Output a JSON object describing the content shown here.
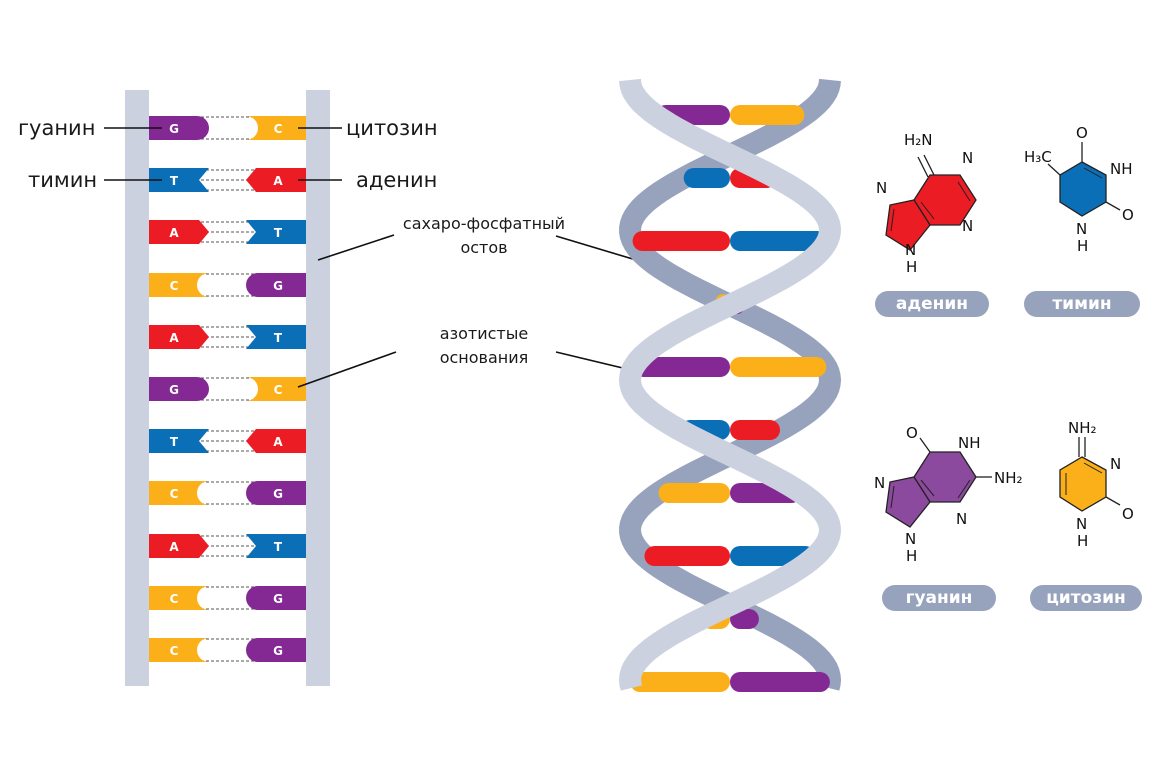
{
  "colors": {
    "guanine": "#842993",
    "cytosine": "#fbb01a",
    "thymine": "#0b6fb8",
    "adenine": "#ec1c24",
    "backbone_light": "#cbd1de",
    "backbone_dark": "#97a3bd",
    "label_pill": "#97a3bd"
  },
  "ladder": {
    "pairs": [
      {
        "left": "G",
        "right": "C"
      },
      {
        "left": "T",
        "right": "A"
      },
      {
        "left": "A",
        "right": "T"
      },
      {
        "left": "C",
        "right": "G"
      },
      {
        "left": "A",
        "right": "T"
      },
      {
        "left": "G",
        "right": "C"
      },
      {
        "left": "T",
        "right": "A"
      },
      {
        "left": "C",
        "right": "G"
      },
      {
        "left": "A",
        "right": "T"
      },
      {
        "left": "C",
        "right": "G"
      },
      {
        "left": "C",
        "right": "G"
      }
    ],
    "side_labels": {
      "guanine": "гуанин",
      "cytosine": "цитозин",
      "thymine": "тимин",
      "adenine": "аденин"
    }
  },
  "annotations": {
    "backbone_line1": "сахаро-фосфатный",
    "backbone_line2": "остов",
    "bases_line1": "азотистые",
    "bases_line2": "основания"
  },
  "molecules": {
    "adenine": {
      "name": "аденин",
      "atoms": {
        "amine": "H₂N",
        "n1": "N",
        "n3": "N",
        "n7": "N",
        "n9": "N",
        "h9": "H"
      }
    },
    "thymine": {
      "name": "тимин",
      "atoms": {
        "methyl": "H₃C",
        "o4": "O",
        "n3": "NH",
        "o2": "O",
        "n1": "N",
        "h1": "H"
      }
    },
    "guanine": {
      "name": "гуанин",
      "atoms": {
        "o6": "O",
        "n1": "NH",
        "amine": "NH₂",
        "n3": "N",
        "n7": "N",
        "n9": "N",
        "h9": "H"
      }
    },
    "cytosine": {
      "name": "цитозин",
      "atoms": {
        "amine": "NH₂",
        "n3": "N",
        "o2": "O",
        "n1": "N",
        "h1": "H"
      }
    }
  },
  "helix": {
    "rungs": [
      {
        "left": "G",
        "right": "C"
      },
      {
        "left": "T",
        "right": "A"
      },
      {
        "left": "A",
        "right": "T"
      },
      {
        "left": "C",
        "right": "G"
      },
      {
        "left": "G",
        "right": "C"
      },
      {
        "left": "T",
        "right": "A"
      },
      {
        "left": "C",
        "right": "G"
      },
      {
        "left": "A",
        "right": "T"
      },
      {
        "left": "C",
        "right": "G"
      },
      {
        "left": "C",
        "right": "G"
      }
    ]
  }
}
